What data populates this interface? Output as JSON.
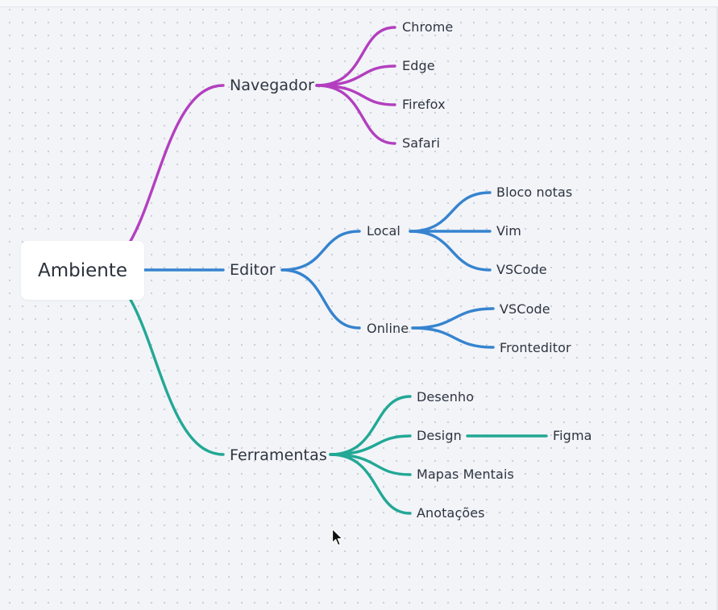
{
  "mindmap": {
    "root": "Ambiente",
    "branches": [
      {
        "label": "Navegador",
        "color": "#b33fbf",
        "children": [
          {
            "label": "Chrome"
          },
          {
            "label": "Edge"
          },
          {
            "label": "Firefox"
          },
          {
            "label": "Safari"
          }
        ]
      },
      {
        "label": "Editor",
        "color": "#3683cf",
        "children": [
          {
            "label": "Local",
            "children": [
              {
                "label": "Bloco notas"
              },
              {
                "label": "Vim"
              },
              {
                "label": "VSCode"
              }
            ]
          },
          {
            "label": "Online",
            "children": [
              {
                "label": "VSCode"
              },
              {
                "label": "Fronteditor"
              }
            ]
          }
        ]
      },
      {
        "label": "Ferramentas",
        "color": "#22a895",
        "children": [
          {
            "label": "Desenho"
          },
          {
            "label": "Design",
            "children": [
              {
                "label": "Figma"
              }
            ]
          },
          {
            "label": "Mapas Mentais"
          },
          {
            "label": "Anotações"
          }
        ]
      }
    ]
  }
}
